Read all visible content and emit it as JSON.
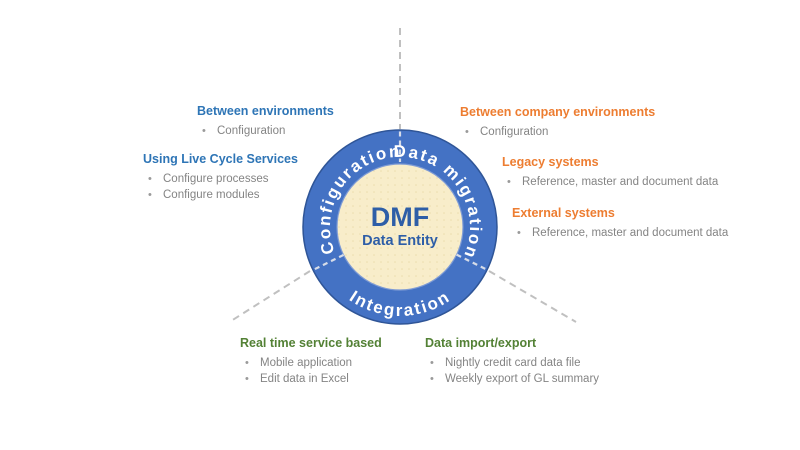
{
  "center": {
    "title": "DMF",
    "subtitle": "Data Entity"
  },
  "ring_labels": {
    "configuration": "Configuration",
    "data_migration": "Data migration",
    "integration": "Integration"
  },
  "sections": [
    {
      "group": "configuration",
      "title": "Between environments",
      "items": [
        "Configuration"
      ]
    },
    {
      "group": "configuration",
      "title": "Using Live Cycle Services",
      "items": [
        "Configure processes",
        "Configure modules"
      ]
    },
    {
      "group": "data-migration",
      "title": "Between company environments",
      "items": [
        "Configuration"
      ]
    },
    {
      "group": "data-migration",
      "title": "Legacy systems",
      "items": [
        "Reference, master and document data"
      ]
    },
    {
      "group": "data-migration",
      "title": "External systems",
      "items": [
        "Reference, master and document data"
      ]
    },
    {
      "group": "integration",
      "title": "Real time service based",
      "items": [
        "Mobile application",
        "Edit data in Excel"
      ]
    },
    {
      "group": "integration",
      "title": "Data import/export",
      "items": [
        "Nightly credit card data file",
        "Weekly export of GL summary"
      ]
    }
  ],
  "colors": {
    "ring_fill": "#4472C4",
    "ring_outline": "#2F5597",
    "center_fill": "#F8EDCA",
    "center_text": "#2E5EA7",
    "configuration_heading": "#2E75B6",
    "data_migration_heading": "#ED7D31",
    "integration_heading": "#538135",
    "bullet_text": "#848484",
    "divider_dash_gray": "#C0C0C0",
    "divider_dash_on_ring": "#D6DCE8"
  }
}
